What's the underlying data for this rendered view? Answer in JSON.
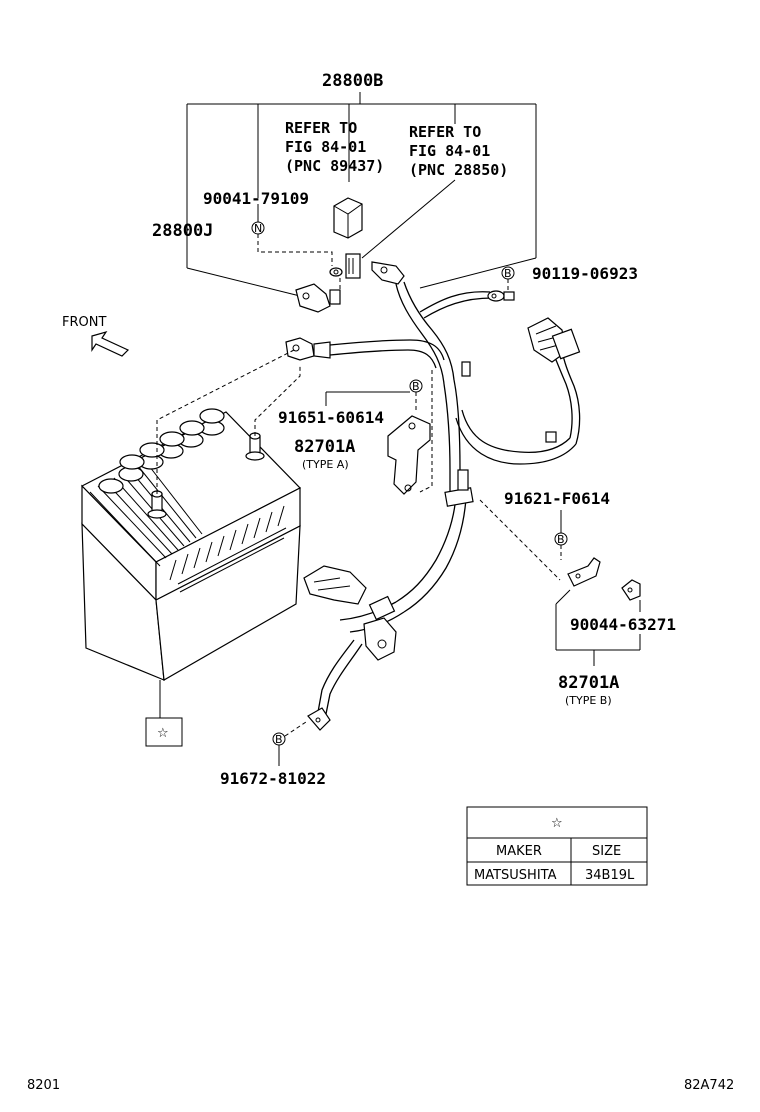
{
  "labels": {
    "assy_28800B": "28800B",
    "assy_28800J": "28800J",
    "refer_1_line1": "REFER TO",
    "refer_1_line2": "FIG 84-01",
    "refer_1_line3": "(PNC 89437)",
    "refer_2_line1": "REFER TO",
    "refer_2_line2": "FIG 84-01",
    "refer_2_line3": "(PNC 28850)",
    "part_90041": "90041-79109",
    "part_90119": "90119-06923",
    "part_91651": "91651-60614",
    "part_82701A_a": "82701A",
    "type_a": "(TYPE A)",
    "part_91621": "91621-F0614",
    "part_90044": "90044-63271",
    "part_82701A_b": "82701A",
    "type_b": "(TYPE B)",
    "part_91672": "91672-81022",
    "front": "FRONT",
    "callout_n": "N",
    "callout_b": "B",
    "star": "☆"
  },
  "battery_table": {
    "header": "☆",
    "col_maker": "MAKER",
    "col_size": "SIZE",
    "row_maker": "MATSUSHITA",
    "row_size": "34B19L"
  },
  "footer": {
    "left_code": "8201",
    "right_code": "82A742"
  }
}
